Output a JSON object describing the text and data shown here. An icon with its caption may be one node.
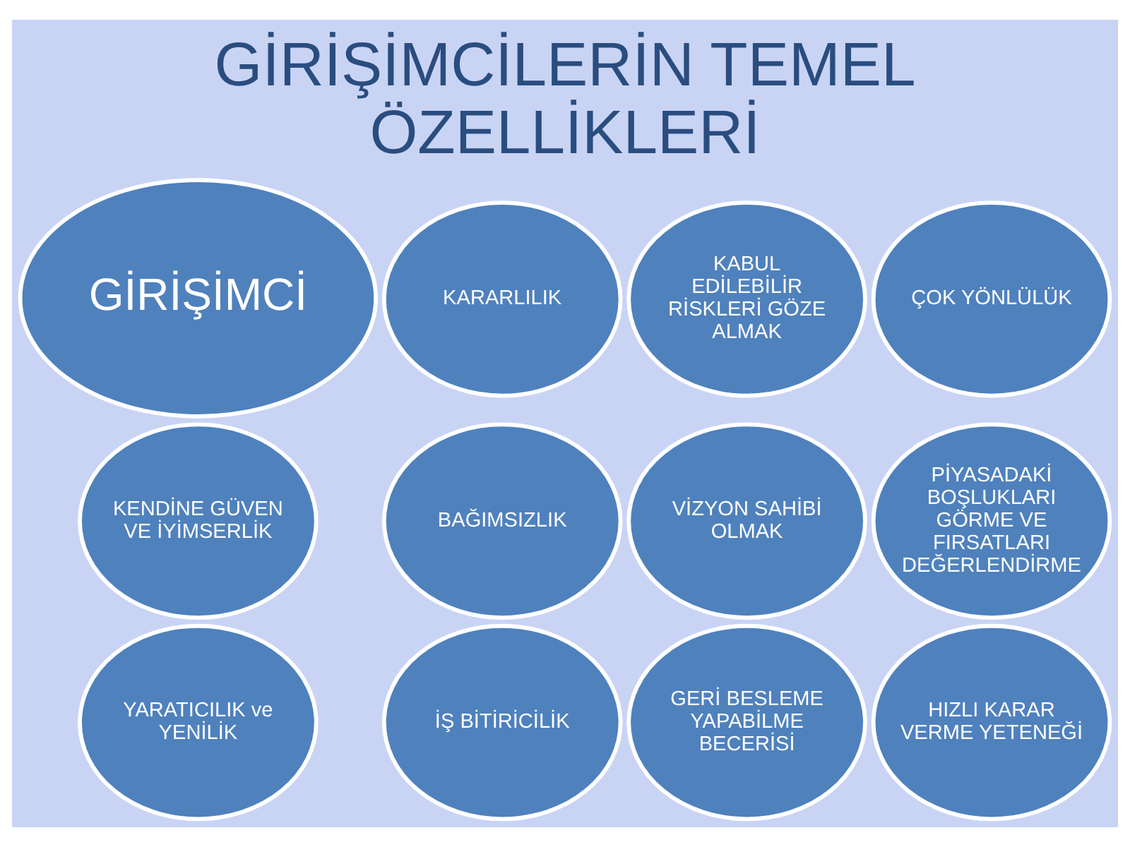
{
  "diagram": {
    "title": "GİRİŞİMCİLERİN TEMEL ÖZELLİKLERİ",
    "nodes": [
      {
        "text": [
          "GİRİŞİMCİ"
        ]
      },
      {
        "text": [
          "KARARLILIK"
        ]
      },
      {
        "text": [
          "KABUL EDİLEBİLİR RİSKLERİ GÖZE ALMAK"
        ]
      },
      {
        "text": [
          "ÇOK YÖNLÜLÜK"
        ]
      },
      {
        "text": [
          "KENDİNE GÜVEN VE İYİMSERLİK"
        ]
      },
      {
        "text": [
          "BAĞIMSIZLIK"
        ]
      },
      {
        "text": [
          "VİZYON SAHİBİ OLMAK"
        ]
      },
      {
        "text": [
          "PİYASADAKİ BOŞLUKLARI GÖRME VE FIRSATLARI DEĞERLENDİRME"
        ]
      },
      {
        "text": [
          "YARATICILIK ve YENİLİK"
        ]
      },
      {
        "text": [
          "İŞ BİTİRİCİLİK"
        ]
      },
      {
        "text": [
          "GERİ BESLEME YAPABİLME BECERİSİ"
        ]
      },
      {
        "text": [
          "HIZLI KARAR VERME YETENEĞİ"
        ]
      }
    ],
    "edges": []
  }
}
